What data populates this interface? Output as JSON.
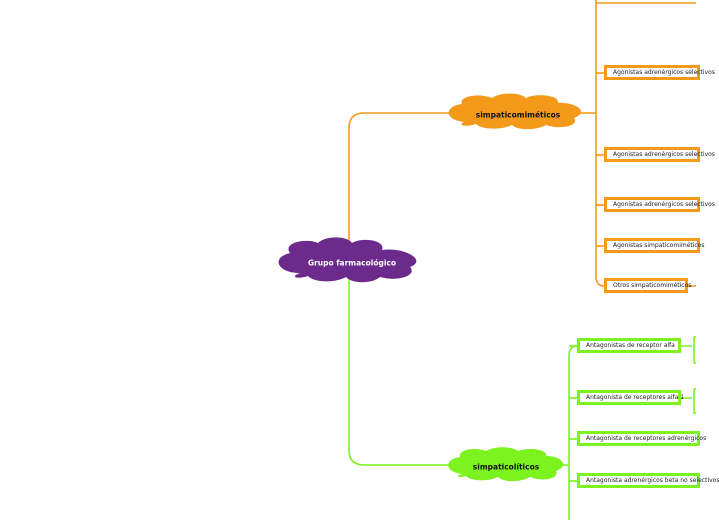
{
  "map": {
    "root": {
      "label": "Grupo farmacológico",
      "color": "#6b2a8c",
      "text_color": "#ffffff"
    },
    "branches": [
      {
        "label": "simpaticomiméticos",
        "color": "#f39a1a",
        "text_color": "#111111",
        "children": [
          {
            "label": "Agonistas adrenérgicos selectivos"
          },
          {
            "label": "Agonistas adrenérgicos selectivos"
          },
          {
            "label": "Agonistas adrenérgicos selectivos"
          },
          {
            "label": "Agonistas simpaticomiméticos"
          },
          {
            "label": "Otros simpaticomiméticos"
          }
        ]
      },
      {
        "label": "simpaticolíticos",
        "color": "#7cf21f",
        "text_color": "#111111",
        "children": [
          {
            "label": "Antagonistas de receptor alfa"
          },
          {
            "label": "Antagonista de receptores alfa 1"
          },
          {
            "label": "Antagonista de receptores adrenérgicos"
          },
          {
            "label": "Antagonista adrenérgicos beta no selectivos"
          }
        ]
      }
    ]
  }
}
